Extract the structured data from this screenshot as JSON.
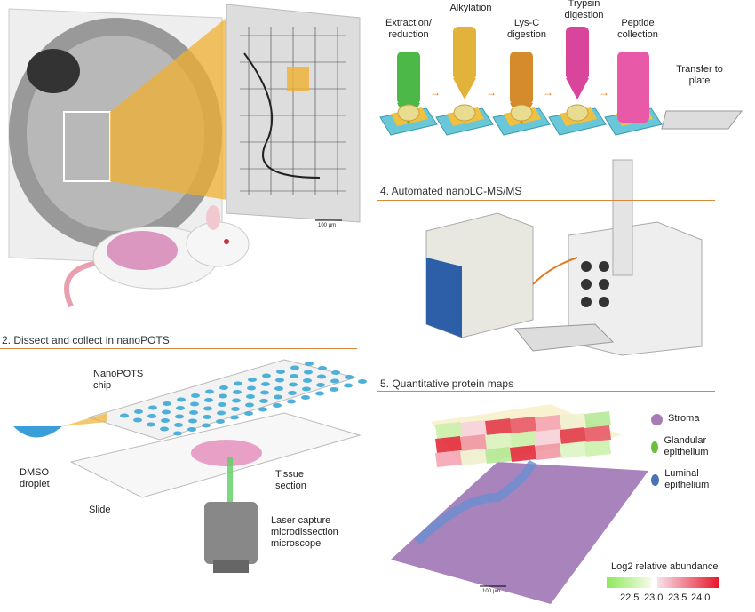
{
  "sections": {
    "s2": "2. Dissect and collect in nanoPOTS",
    "s4": "4. Automated nanoLC-MS/MS",
    "s5": "5. Quantitative protein maps"
  },
  "scale_bars": {
    "top": "100 µm",
    "map": "100 µm"
  },
  "steps": [
    {
      "label": "Extraction/ reduction",
      "color": "#4cb848"
    },
    {
      "label": "Alkylation",
      "color": "#e2b23a"
    },
    {
      "label": "Lys-C digestion",
      "color": "#d58a2c"
    },
    {
      "label": "Trypsin digestion",
      "color": "#d9459a"
    },
    {
      "label": "Peptide collection",
      "color": "#e85aa8"
    }
  ],
  "transfer_label": "Transfer to plate",
  "nanopots": {
    "chip": "NanoPOTS chip",
    "droplet": "DMSO droplet",
    "slide": "Slide",
    "tissue": "Tissue section",
    "microscope": "Laser capture microdissection microscope"
  },
  "legend": [
    {
      "label": "Stroma",
      "color": "#a97bb5"
    },
    {
      "label": "Glandular epithelium",
      "color": "#6cbf3c"
    },
    {
      "label": "Luminal epithelium",
      "color": "#4a72b5"
    }
  ],
  "colorbar": {
    "title": "Log2 relative abundance",
    "ticks": [
      "22.5",
      "23.0",
      "23.5",
      "24.0"
    ],
    "low_color": "#8ee85a",
    "high_color": "#e8152a"
  },
  "accent": "#d6893a"
}
